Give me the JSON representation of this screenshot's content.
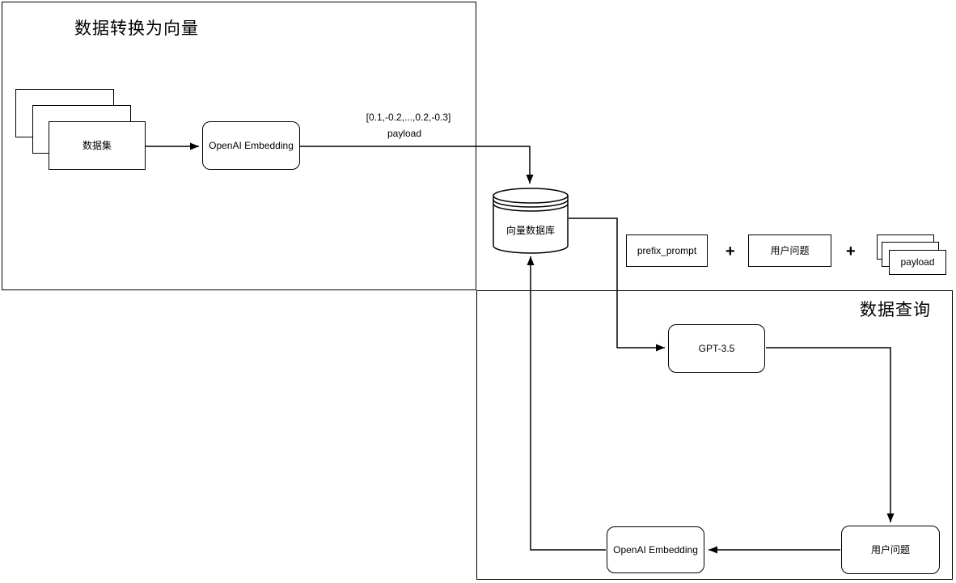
{
  "sections": {
    "ingest": {
      "title": "数据转换为向量"
    },
    "query": {
      "title": "数据查询"
    }
  },
  "nodes": {
    "dataset": {
      "label": "数据集"
    },
    "embedding_ingest": {
      "label": "OpenAI Embedding"
    },
    "vector_db": {
      "label": "向量数据库"
    },
    "prefix_prompt": {
      "label": "prefix_prompt"
    },
    "user_question_prompt": {
      "label": "用户问题"
    },
    "payload": {
      "label": "payload"
    },
    "gpt": {
      "label": "GPT-3.5"
    },
    "embedding_query": {
      "label": "OpenAI Embedding"
    },
    "user_question": {
      "label": "用户问题"
    }
  },
  "operators": {
    "plus_1": "+",
    "plus_2": "+"
  },
  "edge_labels": {
    "vector_value": "[0.1,-0.2,...,0.2,-0.3]",
    "vector_payload": "payload"
  },
  "colors": {
    "stroke": "#000000",
    "fill": "#ffffff",
    "text": "#000000"
  }
}
